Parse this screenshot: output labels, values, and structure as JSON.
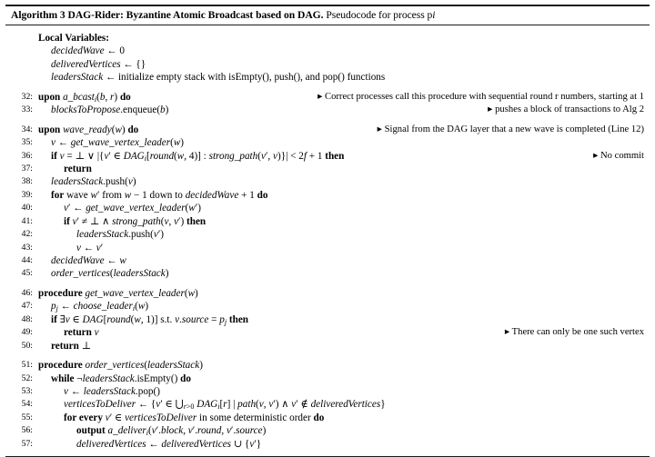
{
  "algorithm": {
    "title_bold": "Algorithm 3 DAG-Rider: Byzantine Atomic Broadcast based on DAG.",
    "title_rest": "Pseudocode for process p",
    "title_sub": "i",
    "local_variables_label": "Local Variables:",
    "local_variables": [
      "decidedWave ← 0",
      "deliveredVertices ← {}",
      "leadersStack ← initialize empty stack with isEmpty(), push(), and pop() functions"
    ],
    "lines": [
      {
        "n": "32:",
        "text": "upon a_bcast_i(b, r) do",
        "comment": "▸ Correct processes call this procedure with sequential round r numbers, starting at 1"
      },
      {
        "n": "33:",
        "text": "blocksToPropose.enqueue(b)",
        "comment": "▸ pushes a block of transactions to Alg 2"
      },
      {
        "n": "34:",
        "text": "upon wave_ready(w) do",
        "comment": "▸ Signal from the DAG layer that a new wave is completed (Line 12)"
      },
      {
        "n": "35:",
        "text": "v ← get_wave_vertex_leader(w)",
        "comment": ""
      },
      {
        "n": "36:",
        "text": "if v = ⊥ ∨ |{v′ ∈ DAG_i[round(w, 4)] : strong_path(v′, v)}| < 2f + 1 then",
        "comment": "▸ No commit"
      },
      {
        "n": "37:",
        "text": "return",
        "comment": ""
      },
      {
        "n": "38:",
        "text": "leadersStack.push(v)",
        "comment": ""
      },
      {
        "n": "39:",
        "text": "for wave w′ from w − 1 down to decidedWave + 1 do",
        "comment": ""
      },
      {
        "n": "40:",
        "text": "v′ ← get_wave_vertex_leader(w′)",
        "comment": ""
      },
      {
        "n": "41:",
        "text": "if v′ ≠ ⊥ ∧ strong_path(v, v′) then",
        "comment": ""
      },
      {
        "n": "42:",
        "text": "leadersStack.push(v′)",
        "comment": ""
      },
      {
        "n": "43:",
        "text": "v ← v′",
        "comment": ""
      },
      {
        "n": "44:",
        "text": "decidedWave ← w",
        "comment": ""
      },
      {
        "n": "45:",
        "text": "order_vertices(leadersStack)",
        "comment": ""
      },
      {
        "n": "46:",
        "text": "procedure get_wave_vertex_leader(w)",
        "comment": ""
      },
      {
        "n": "47:",
        "text": "p_j ← choose_leader_i(w)",
        "comment": ""
      },
      {
        "n": "48:",
        "text": "if ∃v ∈ DAG[round(w, 1)] s.t. v.source = p_j then",
        "comment": ""
      },
      {
        "n": "49:",
        "text": "return v",
        "comment": "▸ There can only be one such vertex"
      },
      {
        "n": "50:",
        "text": "return ⊥",
        "comment": ""
      },
      {
        "n": "51:",
        "text": "procedure order_vertices(leadersStack)",
        "comment": ""
      },
      {
        "n": "52:",
        "text": "while ¬leadersStack.isEmpty() do",
        "comment": ""
      },
      {
        "n": "53:",
        "text": "v ← leadersStack.pop()",
        "comment": ""
      },
      {
        "n": "54:",
        "text": "verticesToDeliver ← {v′ ∈ ⋃_{r>0} DAG_i[r] | path(v, v′) ∧ v′ ∉ deliveredVertices}",
        "comment": ""
      },
      {
        "n": "55:",
        "text": "for every v′ ∈ verticesToDeliver in some deterministic order do",
        "comment": ""
      },
      {
        "n": "56:",
        "text": "output a_deliver_i(v′.block, v′.round, v′.source)",
        "comment": ""
      },
      {
        "n": "57:",
        "text": "deliveredVertices ← deliveredVertices ∪ {v′}",
        "comment": ""
      }
    ]
  }
}
